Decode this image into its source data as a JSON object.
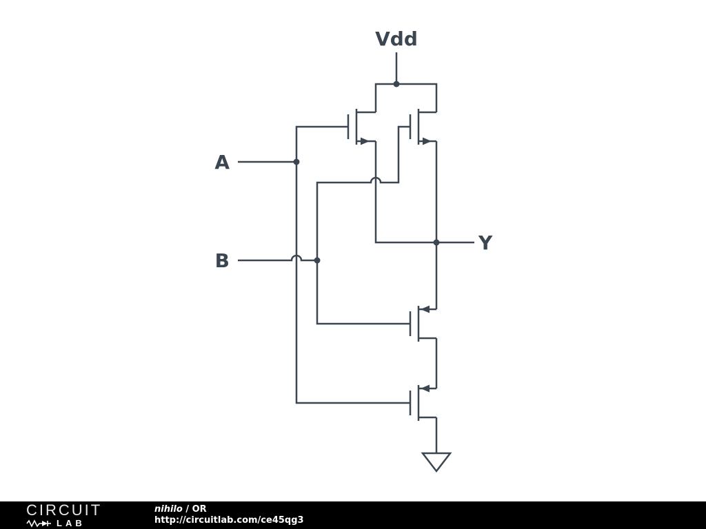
{
  "schematic": {
    "net_labels": {
      "vdd": "Vdd",
      "input_a": "A",
      "input_b": "B",
      "output_y": "Y"
    },
    "components": [
      {
        "id": "pmos-left",
        "type": "p-channel MOSFET"
      },
      {
        "id": "pmos-right",
        "type": "p-channel MOSFET"
      },
      {
        "id": "nmos-top",
        "type": "n-channel MOSFET"
      },
      {
        "id": "nmos-bottom",
        "type": "n-channel MOSFET"
      },
      {
        "id": "ground",
        "type": "ground symbol"
      }
    ]
  },
  "footer": {
    "logo": {
      "line1": "CIRCUIT",
      "line2": "LAB"
    },
    "author": "nihilo",
    "byline_rest": " / OR",
    "url": "http://circuitlab.com/ce45qg3"
  },
  "colors": {
    "wire": "#3b4650",
    "label_text": "#3b4650",
    "background": "#ffffff",
    "footer_background": "#000000",
    "footer_text": "#ffffff"
  }
}
